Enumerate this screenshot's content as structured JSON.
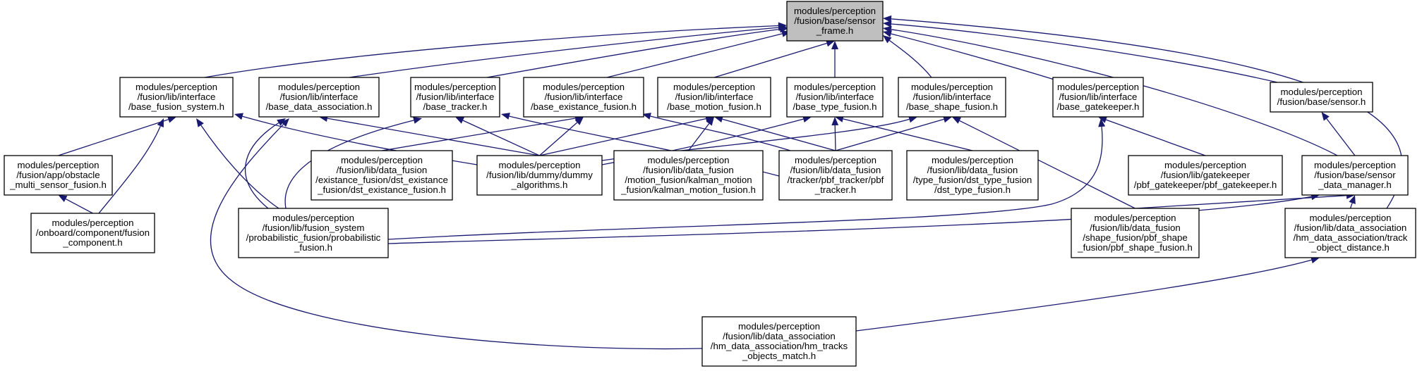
{
  "nodes": [
    {
      "id": "root",
      "lines": [
        "modules/perception",
        "/fusion/base/sensor",
        "_frame.h"
      ]
    },
    {
      "id": "base_fusion_system",
      "lines": [
        "modules/perception",
        "/fusion/lib/interface",
        "/base_fusion_system.h"
      ]
    },
    {
      "id": "base_data_association",
      "lines": [
        "modules/perception",
        "/fusion/lib/interface",
        "/base_data_association.h"
      ]
    },
    {
      "id": "base_tracker",
      "lines": [
        "modules/perception",
        "/fusion/lib/interface",
        "/base_tracker.h"
      ]
    },
    {
      "id": "base_existance_fusion",
      "lines": [
        "modules/perception",
        "/fusion/lib/interface",
        "/base_existance_fusion.h"
      ]
    },
    {
      "id": "base_motion_fusion",
      "lines": [
        "modules/perception",
        "/fusion/lib/interface",
        "/base_motion_fusion.h"
      ]
    },
    {
      "id": "base_type_fusion",
      "lines": [
        "modules/perception",
        "/fusion/lib/interface",
        "/base_type_fusion.h"
      ]
    },
    {
      "id": "base_shape_fusion",
      "lines": [
        "modules/perception",
        "/fusion/lib/interface",
        "/base_shape_fusion.h"
      ]
    },
    {
      "id": "base_gatekeeper",
      "lines": [
        "modules/perception",
        "/fusion/lib/interface",
        "/base_gatekeeper.h"
      ]
    },
    {
      "id": "sensor_h",
      "lines": [
        "modules/perception",
        "/fusion/base/sensor.h"
      ]
    },
    {
      "id": "obstacle_multi_sensor_fusion",
      "lines": [
        "modules/perception",
        "/fusion/app/obstacle",
        "_multi_sensor_fusion.h"
      ]
    },
    {
      "id": "dst_existance_fusion",
      "lines": [
        "modules/perception",
        "/fusion/lib/data_fusion",
        "/existance_fusion/dst_existance",
        "_fusion/dst_existance_fusion.h"
      ]
    },
    {
      "id": "dummy_algorithms",
      "lines": [
        "modules/perception",
        "/fusion/lib/dummy/dummy",
        "_algorithms.h"
      ]
    },
    {
      "id": "kalman_motion_fusion",
      "lines": [
        "modules/perception",
        "/fusion/lib/data_fusion",
        "/motion_fusion/kalman_motion",
        "_fusion/kalman_motion_fusion.h"
      ]
    },
    {
      "id": "pbf_tracker",
      "lines": [
        "modules/perception",
        "/fusion/lib/data_fusion",
        "/tracker/pbf_tracker/pbf",
        "_tracker.h"
      ]
    },
    {
      "id": "dst_type_fusion",
      "lines": [
        "modules/perception",
        "/fusion/lib/data_fusion",
        "/type_fusion/dst_type_fusion",
        "/dst_type_fusion.h"
      ]
    },
    {
      "id": "pbf_gatekeeper",
      "lines": [
        "modules/perception",
        "/fusion/lib/gatekeeper",
        "/pbf_gatekeeper/pbf_gatekeeper.h"
      ]
    },
    {
      "id": "sensor_data_manager",
      "lines": [
        "modules/perception",
        "/fusion/base/sensor",
        "_data_manager.h"
      ]
    },
    {
      "id": "fusion_component",
      "lines": [
        "modules/perception",
        "/onboard/component/fusion",
        "_component.h"
      ]
    },
    {
      "id": "probabilistic_fusion",
      "lines": [
        "modules/perception",
        "/fusion/lib/fusion_system",
        "/probabilistic_fusion/probabilistic",
        "_fusion.h"
      ]
    },
    {
      "id": "pbf_shape_fusion",
      "lines": [
        "modules/perception",
        "/fusion/lib/data_fusion",
        "/shape_fusion/pbf_shape",
        "_fusion/pbf_shape_fusion.h"
      ]
    },
    {
      "id": "track_object_distance",
      "lines": [
        "modules/perception",
        "/fusion/lib/data_association",
        "/hm_data_association/track",
        "_object_distance.h"
      ]
    },
    {
      "id": "hm_tracks_objects_match",
      "lines": [
        "modules/perception",
        "/fusion/lib/data_association",
        "/hm_data_association/hm_tracks",
        "_objects_match.h"
      ]
    }
  ],
  "edges": [
    {
      "from": "base_fusion_system",
      "to": "root"
    },
    {
      "from": "base_data_association",
      "to": "root"
    },
    {
      "from": "base_tracker",
      "to": "root"
    },
    {
      "from": "base_existance_fusion",
      "to": "root"
    },
    {
      "from": "base_motion_fusion",
      "to": "root"
    },
    {
      "from": "base_type_fusion",
      "to": "root"
    },
    {
      "from": "base_shape_fusion",
      "to": "root"
    },
    {
      "from": "base_gatekeeper",
      "to": "root"
    },
    {
      "from": "sensor_h",
      "to": "root"
    },
    {
      "from": "sensor_data_manager",
      "to": "root"
    },
    {
      "from": "track_object_distance",
      "to": "root"
    },
    {
      "from": "obstacle_multi_sensor_fusion",
      "to": "base_fusion_system"
    },
    {
      "from": "fusion_component",
      "to": "base_fusion_system"
    },
    {
      "from": "probabilistic_fusion",
      "to": "base_fusion_system"
    },
    {
      "from": "dummy_algorithms",
      "to": "base_fusion_system"
    },
    {
      "from": "fusion_component",
      "to": "obstacle_multi_sensor_fusion"
    },
    {
      "from": "dummy_algorithms",
      "to": "base_data_association"
    },
    {
      "from": "probabilistic_fusion",
      "to": "base_data_association"
    },
    {
      "from": "hm_tracks_objects_match",
      "to": "base_data_association"
    },
    {
      "from": "dummy_algorithms",
      "to": "base_tracker"
    },
    {
      "from": "pbf_tracker",
      "to": "base_tracker"
    },
    {
      "from": "probabilistic_fusion",
      "to": "base_tracker"
    },
    {
      "from": "dst_existance_fusion",
      "to": "base_existance_fusion"
    },
    {
      "from": "dummy_algorithms",
      "to": "base_existance_fusion"
    },
    {
      "from": "pbf_tracker",
      "to": "base_existance_fusion"
    },
    {
      "from": "dummy_algorithms",
      "to": "base_motion_fusion"
    },
    {
      "from": "kalman_motion_fusion",
      "to": "base_motion_fusion"
    },
    {
      "from": "pbf_tracker",
      "to": "base_motion_fusion"
    },
    {
      "from": "dummy_algorithms",
      "to": "base_type_fusion"
    },
    {
      "from": "pbf_tracker",
      "to": "base_type_fusion"
    },
    {
      "from": "dst_type_fusion",
      "to": "base_type_fusion"
    },
    {
      "from": "dummy_algorithms",
      "to": "base_shape_fusion"
    },
    {
      "from": "pbf_tracker",
      "to": "base_shape_fusion"
    },
    {
      "from": "pbf_shape_fusion",
      "to": "base_shape_fusion"
    },
    {
      "from": "pbf_gatekeeper",
      "to": "base_gatekeeper"
    },
    {
      "from": "probabilistic_fusion",
      "to": "base_gatekeeper"
    },
    {
      "from": "sensor_data_manager",
      "to": "sensor_h"
    },
    {
      "from": "probabilistic_fusion",
      "to": "sensor_data_manager"
    },
    {
      "from": "pbf_shape_fusion",
      "to": "sensor_data_manager"
    },
    {
      "from": "track_object_distance",
      "to": "sensor_data_manager"
    },
    {
      "from": "hm_tracks_objects_match",
      "to": "track_object_distance"
    }
  ]
}
